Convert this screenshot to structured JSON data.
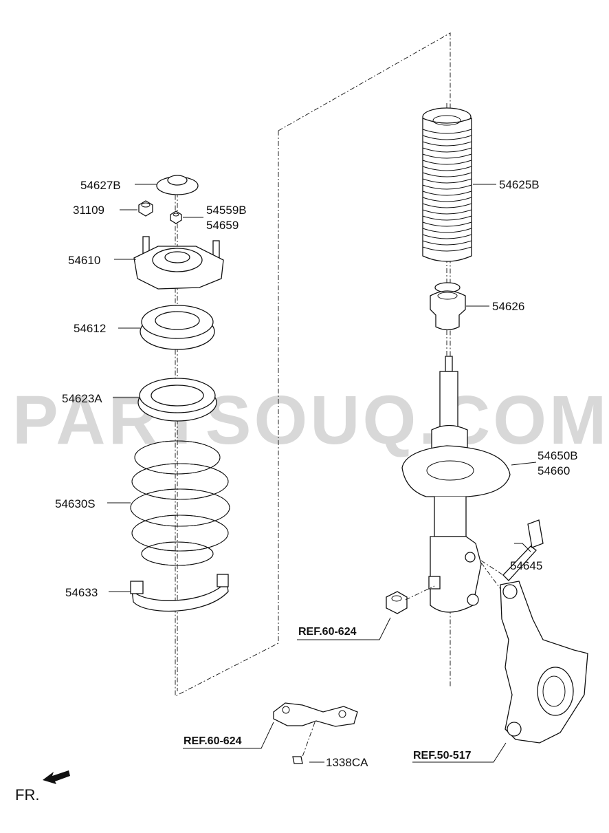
{
  "watermark": "PARTSOUQ.COM",
  "labels": {
    "p54627B": "54627B",
    "p31109": "31109",
    "p54559B": "54559B",
    "p54659": "54659",
    "p54610": "54610",
    "p54612": "54612",
    "p54623A": "54623A",
    "p54630S": "54630S",
    "p54633": "54633",
    "p54625B": "54625B",
    "p54626": "54626",
    "p54650B": "54650B",
    "p54660": "54660",
    "p54645": "54645",
    "p1338CA": "1338CA"
  },
  "refs": {
    "ref_knuckle_nut": "REF.60-624",
    "ref_bracket": "REF.60-624",
    "ref_knuckle": "REF.50-517"
  },
  "direction": {
    "label": "FR."
  }
}
